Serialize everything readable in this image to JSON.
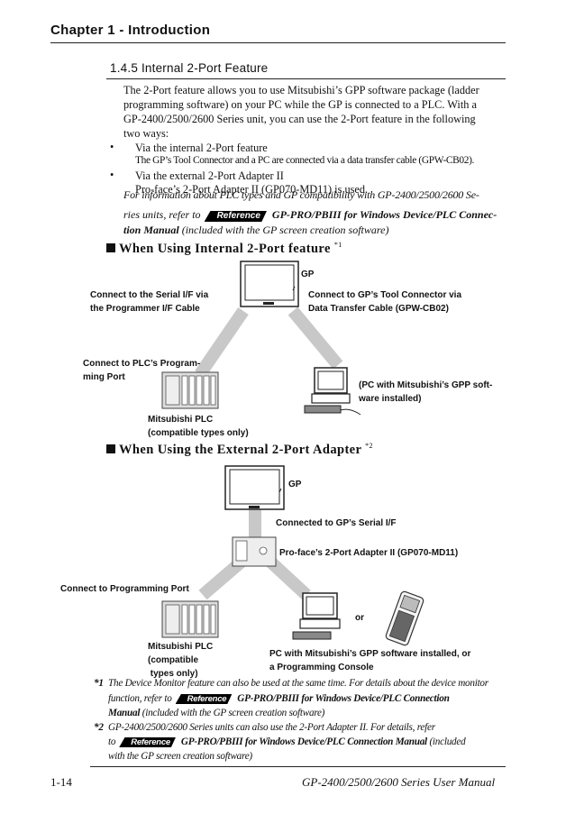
{
  "header": {
    "chapter": "Chapter 1 - Introduction"
  },
  "section": {
    "number_title": "1.4.5   Internal 2-Port Feature",
    "para": [
      "The 2-Port feature allows you to use Mitsubishi’s GPP software package (ladder",
      "programming software) on your PC while the GP is connected to a PLC. With a",
      "GP-2400/2500/2600 Series unit, you can use the 2-Port feature in the following",
      "two ways:"
    ],
    "bullet1": "Via the internal 2-Port feature",
    "bullet1_sub": "The GP’s Tool Connector and a PC are connected via a data transfer cable (GPW-CB02).",
    "bullet2": "Via the external 2-Port Adapter II",
    "bullet2_sub": "Pro-face’s 2-Port Adapter II (GP070-MD11) is used.",
    "bullet_char": "•",
    "info_line1": "For information about PLC types and GP compatibility with GP-2400/2500/2600 Se-",
    "info_line2_pre": "ries units, refer to",
    "info_line2_post": "GP-PRO/PBIII  for Windows Device/PLC Connec-",
    "info_line3_bold": "tion Manual",
    "info_line3_rest": " (included with the GP screen creation software)",
    "reference_badge": "Reference"
  },
  "diagram1": {
    "heading": "When Using Internal 2-Port feature",
    "heading_note": "*1",
    "gp": "GP",
    "serial_label": [
      "Connect to the Serial I/F via",
      "the Programmer I/F Cable"
    ],
    "tool_label": [
      "Connect to GP’s Tool Connector via",
      "Data Transfer Cable (GPW-CB02)"
    ],
    "plc_port_label": [
      "Connect to PLC’s Program-",
      "ming Port"
    ],
    "pc_label": [
      "(PC with Mitsubishi’s GPP soft-",
      "ware installed)"
    ],
    "plc_label": [
      "Mitsubishi PLC",
      "(compatible types only)"
    ]
  },
  "diagram2": {
    "heading": "When Using the External 2-Port Adapter",
    "heading_note": "*2",
    "gp": "GP",
    "serial_label": "Connected to GP’s Serial I/F",
    "adapter_label": "Pro-face’s 2-Port Adapter II (GP070-MD11)",
    "prog_port_label": "Connect to Programming Port",
    "or": "or",
    "plc_label": [
      "Mitsubishi PLC",
      "(compatible",
      " types only)"
    ],
    "pc_label": [
      "PC with Mitsubishi’s GPP software installed, or",
      "a Programming Console"
    ]
  },
  "footnotes": {
    "n1_mark": "*1",
    "n1_line1": "The Device Monitor feature can also be used at the same time. For details about the device monitor",
    "n1_line2_pre": "function, refer to",
    "n1_line2_post": "GP-PRO/PBIII  for Windows Device/PLC Connection",
    "n1_line3_bold": "Manual",
    "n1_line3_rest": " (included with the GP screen creation software)",
    "n2_mark": "*2",
    "n2_line1": "GP-2400/2500/2600 Series units can also use the 2-Port Adapter II. For details, refer",
    "n2_line2_pre": "to",
    "n2_line2_post": "GP-PRO/PBIII  for Windows Device/PLC Connection Manual",
    "n2_line2_rest": " (included",
    "n2_line3": "with the GP screen creation software)"
  },
  "footer": {
    "page": "1-14",
    "manual": "GP-2400/2500/2600  Series User Manual"
  }
}
